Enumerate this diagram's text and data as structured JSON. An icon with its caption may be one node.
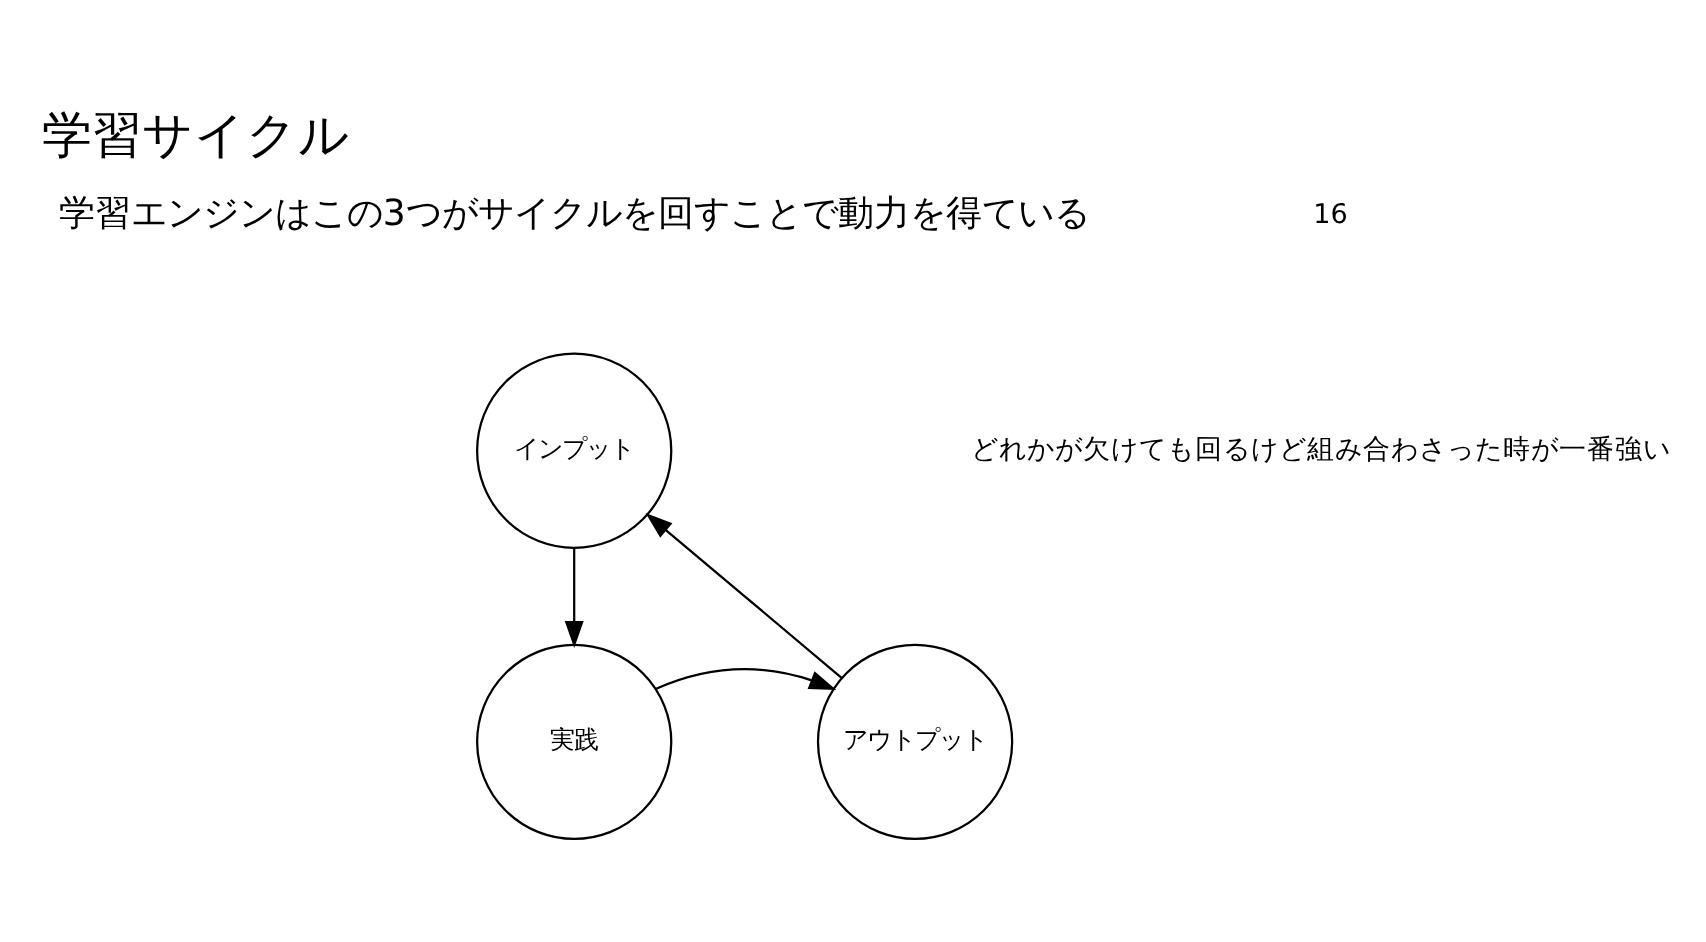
{
  "diagram": {
    "title": "学習サイクル",
    "nodes": [
      {
        "text": [
          "インプット"
        ]
      },
      {
        "text": [
          "実践"
        ]
      },
      {
        "text": [
          "アウトプット"
        ]
      }
    ],
    "edges": [
      {
        "from": 0,
        "to": 1,
        "arrow": "to"
      },
      {
        "from": 1,
        "to": 2,
        "arrow": "to"
      },
      {
        "from": 2,
        "to": 0,
        "arrow": "to"
      }
    ],
    "labels": [
      "16",
      "学習エンジンはこの3つがサイクルを回すことで動力を得ている",
      "どれかが欠けても回るけど組み合わさった時が一番強い"
    ]
  }
}
